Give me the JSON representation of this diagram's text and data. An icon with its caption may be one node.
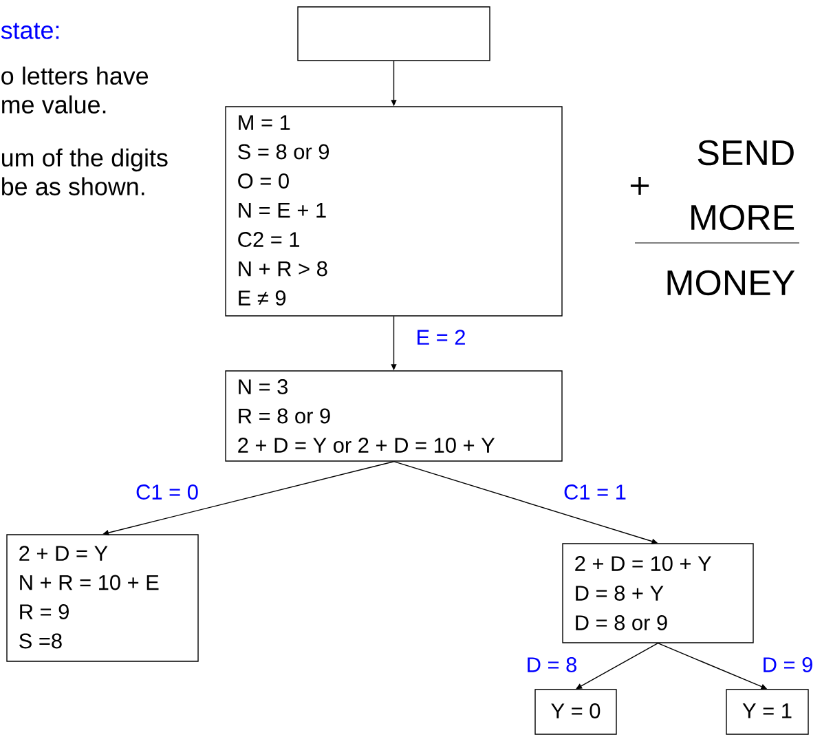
{
  "diagram": {
    "nodes": [
      {
        "text": [],
        "shape": "box"
      },
      {
        "text": [
          "M = 1",
          "S = 8 or 9",
          "O = 0",
          "N = E + 1",
          "C2 = 1",
          "N + R > 8",
          "E ≠ 9"
        ]
      },
      {
        "text": [
          "N = 3",
          "R = 8 or 9",
          "2 + D = Y or 2 + D = 10 + Y"
        ]
      },
      {
        "text": [
          "2 + D = Y",
          "N + R = 10 + E",
          "R = 9",
          "S =8"
        ]
      },
      {
        "text": [
          "2 + D = 10 + Y",
          "D = 8 + Y",
          "D = 8 or 9"
        ]
      },
      {
        "text": [
          "Y = 0"
        ]
      },
      {
        "text": [
          "Y = 1"
        ]
      }
    ],
    "edges": [
      {
        "from": 0,
        "to": 1,
        "arrow": "to"
      },
      {
        "from": 1,
        "to": 2,
        "arrow": "to",
        "label": "E = 2"
      },
      {
        "from": 2,
        "to": 3,
        "arrow": "to",
        "label": "C1 = 0"
      },
      {
        "from": 2,
        "to": 4,
        "arrow": "to",
        "label": "C1 = 1"
      },
      {
        "from": 4,
        "to": 5,
        "arrow": "to",
        "label": "D = 8"
      },
      {
        "from": 4,
        "to": 6,
        "arrow": "to",
        "label": "D = 9"
      }
    ],
    "labels": [
      "state:",
      "o letters have me value.",
      "um of the digits be as shown.",
      "SEND",
      "+",
      "MORE",
      "MONEY"
    ]
  }
}
